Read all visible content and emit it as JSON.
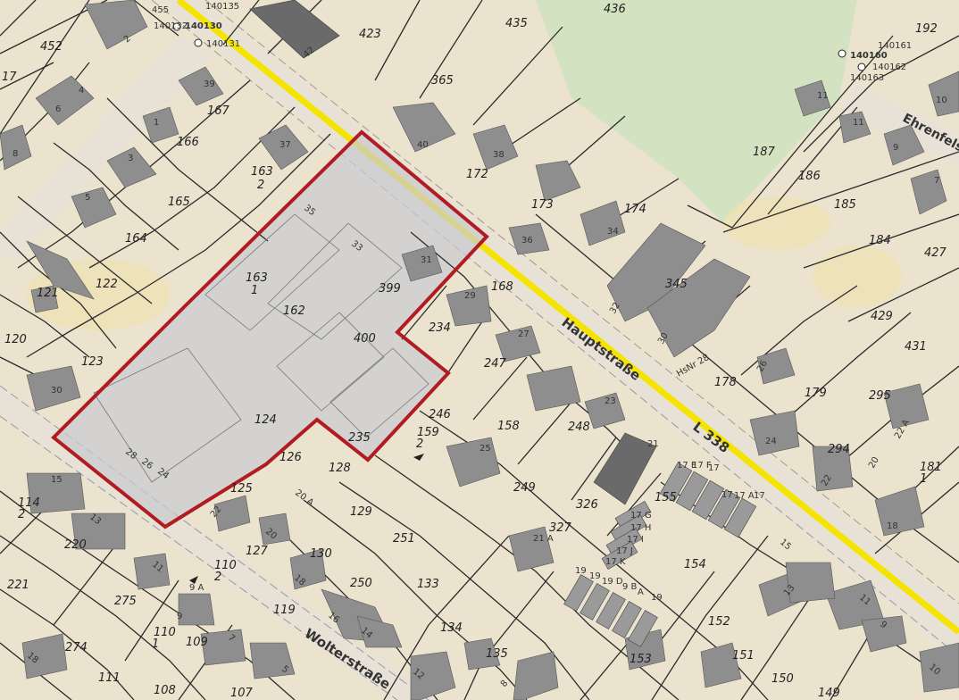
{
  "colors": {
    "paper": "#ece3cf",
    "park": "#d3e3c2",
    "building": "#8e8e8e",
    "building_dark": "#6a6a6a",
    "parcel_line": "#2a2a2a",
    "main_road": "#f4e400",
    "boundary": "#b01c22",
    "highlight_area": "#c9cbd0"
  },
  "streets": {
    "hauptstrasse": "Hauptstraße",
    "l338": "L 338",
    "wolterstrasse": "Wolterstraße",
    "ehrenfels": "Ehrenfelsstr"
  },
  "parcels": [
    {
      "id": "p452",
      "text": "452"
    },
    {
      "id": "p423",
      "text": "423"
    },
    {
      "id": "p435",
      "text": "435"
    },
    {
      "id": "p436",
      "text": "436"
    },
    {
      "id": "p192",
      "text": "192"
    },
    {
      "id": "p167",
      "text": "167"
    },
    {
      "id": "p365",
      "text": "365"
    },
    {
      "id": "p166",
      "text": "166"
    },
    {
      "id": "p163_2a",
      "text": "163"
    },
    {
      "id": "p163_2b",
      "text": "2"
    },
    {
      "id": "p172",
      "text": "172"
    },
    {
      "id": "p187",
      "text": "187"
    },
    {
      "id": "p186",
      "text": "186"
    },
    {
      "id": "p165",
      "text": "165"
    },
    {
      "id": "p173",
      "text": "173"
    },
    {
      "id": "p174",
      "text": "174"
    },
    {
      "id": "p185",
      "text": "185"
    },
    {
      "id": "p164",
      "text": "164"
    },
    {
      "id": "p184",
      "text": "184"
    },
    {
      "id": "p427",
      "text": "427"
    },
    {
      "id": "p122",
      "text": "122"
    },
    {
      "id": "p121",
      "text": "121"
    },
    {
      "id": "p163_1a",
      "text": "163"
    },
    {
      "id": "p163_1b",
      "text": "1"
    },
    {
      "id": "p399",
      "text": "399"
    },
    {
      "id": "p168",
      "text": "168"
    },
    {
      "id": "p345",
      "text": "345"
    },
    {
      "id": "p162",
      "text": "162"
    },
    {
      "id": "p429",
      "text": "429"
    },
    {
      "id": "p120",
      "text": "120"
    },
    {
      "id": "p400",
      "text": "400"
    },
    {
      "id": "p234",
      "text": "234"
    },
    {
      "id": "p431",
      "text": "431"
    },
    {
      "id": "p123",
      "text": "123"
    },
    {
      "id": "p247",
      "text": "247"
    },
    {
      "id": "p178",
      "text": "178"
    },
    {
      "id": "p179",
      "text": "179"
    },
    {
      "id": "p295",
      "text": "295"
    },
    {
      "id": "p124",
      "text": "124"
    },
    {
      "id": "p246",
      "text": "246"
    },
    {
      "id": "p158",
      "text": "158"
    },
    {
      "id": "p248",
      "text": "248"
    },
    {
      "id": "p159_2a",
      "text": "159"
    },
    {
      "id": "p159_2b",
      "text": "2"
    },
    {
      "id": "p235",
      "text": "235"
    },
    {
      "id": "p294",
      "text": "294"
    },
    {
      "id": "p126",
      "text": "126"
    },
    {
      "id": "p128",
      "text": "128"
    },
    {
      "id": "p181_1a",
      "text": "181"
    },
    {
      "id": "p181_1b",
      "text": "1"
    },
    {
      "id": "p125",
      "text": "125"
    },
    {
      "id": "p249",
      "text": "249"
    },
    {
      "id": "p155",
      "text": "155"
    },
    {
      "id": "p114_2a",
      "text": "114"
    },
    {
      "id": "p114_2b",
      "text": "2"
    },
    {
      "id": "p326",
      "text": "326"
    },
    {
      "id": "p129",
      "text": "129"
    },
    {
      "id": "p327",
      "text": "327"
    },
    {
      "id": "p220",
      "text": "220"
    },
    {
      "id": "p251",
      "text": "251"
    },
    {
      "id": "p130",
      "text": "130"
    },
    {
      "id": "p127",
      "text": "127"
    },
    {
      "id": "p154",
      "text": "154"
    },
    {
      "id": "p110_2a",
      "text": "110"
    },
    {
      "id": "p110_2b",
      "text": "2"
    },
    {
      "id": "p221",
      "text": "221"
    },
    {
      "id": "p250",
      "text": "250"
    },
    {
      "id": "p133",
      "text": "133"
    },
    {
      "id": "p275",
      "text": "275"
    },
    {
      "id": "p119",
      "text": "119"
    },
    {
      "id": "p152",
      "text": "152"
    },
    {
      "id": "p110_1a",
      "text": "110"
    },
    {
      "id": "p110_1b",
      "text": "1"
    },
    {
      "id": "p109",
      "text": "109"
    },
    {
      "id": "p134",
      "text": "134"
    },
    {
      "id": "p151",
      "text": "151"
    },
    {
      "id": "p274",
      "text": "274"
    },
    {
      "id": "p135",
      "text": "135"
    },
    {
      "id": "p153",
      "text": "153"
    },
    {
      "id": "p150",
      "text": "150"
    },
    {
      "id": "p111",
      "text": "111"
    },
    {
      "id": "p108",
      "text": "108"
    },
    {
      "id": "p107",
      "text": "107"
    },
    {
      "id": "p149",
      "text": "149"
    },
    {
      "id": "p17",
      "text": "17"
    }
  ],
  "house_numbers": [
    {
      "id": "h2",
      "text": "2"
    },
    {
      "id": "h42",
      "text": "42"
    },
    {
      "id": "h10a",
      "text": "10"
    },
    {
      "id": "h6",
      "text": "6"
    },
    {
      "id": "h4",
      "text": "4"
    },
    {
      "id": "h39",
      "text": "39"
    },
    {
      "id": "h11a",
      "text": "11"
    },
    {
      "id": "h8",
      "text": "8"
    },
    {
      "id": "h1",
      "text": "1"
    },
    {
      "id": "h37",
      "text": "37"
    },
    {
      "id": "h40",
      "text": "40"
    },
    {
      "id": "h38",
      "text": "38"
    },
    {
      "id": "h11b",
      "text": "11"
    },
    {
      "id": "h9a",
      "text": "9"
    },
    {
      "id": "h7",
      "text": "7"
    },
    {
      "id": "h3",
      "text": "3"
    },
    {
      "id": "h5",
      "text": "5"
    },
    {
      "id": "h35",
      "text": "35"
    },
    {
      "id": "h33",
      "text": "33"
    },
    {
      "id": "h36",
      "text": "36"
    },
    {
      "id": "h34",
      "text": "34"
    },
    {
      "id": "h31",
      "text": "31"
    },
    {
      "id": "h29",
      "text": "29"
    },
    {
      "id": "h32",
      "text": "32"
    },
    {
      "id": "h30a",
      "text": "30"
    },
    {
      "id": "h27",
      "text": "27"
    },
    {
      "id": "h26a",
      "text": "26"
    },
    {
      "id": "h30b",
      "text": "30"
    },
    {
      "id": "h23",
      "text": "23"
    },
    {
      "id": "h28",
      "text": "28"
    },
    {
      "id": "h26b",
      "text": "26"
    },
    {
      "id": "h24a",
      "text": "24"
    },
    {
      "id": "h25",
      "text": "25"
    },
    {
      "id": "h21",
      "text": "21"
    },
    {
      "id": "h24b",
      "text": "24"
    },
    {
      "id": "h22a",
      "text": "22 A"
    },
    {
      "id": "h20",
      "text": "20"
    },
    {
      "id": "h22b",
      "text": "22"
    },
    {
      "id": "h18a",
      "text": "18"
    },
    {
      "id": "h15a",
      "text": "15"
    },
    {
      "id": "h13a",
      "text": "13"
    },
    {
      "id": "h20a",
      "text": "20 A"
    },
    {
      "id": "h22c",
      "text": "22"
    },
    {
      "id": "h17g",
      "text": "17 G"
    },
    {
      "id": "h17h",
      "text": "17 H"
    },
    {
      "id": "h17i",
      "text": "17 I"
    },
    {
      "id": "h17j",
      "text": "17 J"
    },
    {
      "id": "h17k",
      "text": "17 K"
    },
    {
      "id": "h17e",
      "text": "17 E"
    },
    {
      "id": "h17f",
      "text": "17 F"
    },
    {
      "id": "h17c",
      "text": "17"
    },
    {
      "id": "h17d",
      "text": "17"
    },
    {
      "id": "h17a",
      "text": "17 A"
    },
    {
      "id": "h17b",
      "text": "17"
    },
    {
      "id": "h21a",
      "text": "21 A"
    },
    {
      "id": "h15b",
      "text": "15"
    },
    {
      "id": "h11c",
      "text": "11"
    },
    {
      "id": "h20b",
      "text": "20"
    },
    {
      "id": "h18b",
      "text": "18"
    },
    {
      "id": "h13b",
      "text": "13"
    },
    {
      "id": "h11d",
      "text": "11"
    },
    {
      "id": "h9b",
      "text": "9"
    },
    {
      "id": "h19",
      "text": "19"
    },
    {
      "id": "h19a",
      "text": "19"
    },
    {
      "id": "h19d",
      "text": "19 D"
    },
    {
      "id": "h19b",
      "text": "9 B"
    },
    {
      "id": "h19c",
      "text": "A"
    },
    {
      "id": "h19e",
      "text": "19"
    },
    {
      "id": "h9ax",
      "text": "9 A"
    },
    {
      "id": "h16",
      "text": "16"
    },
    {
      "id": "h14",
      "text": "14"
    },
    {
      "id": "h9c",
      "text": "9"
    },
    {
      "id": "h18c",
      "text": "18"
    },
    {
      "id": "h12",
      "text": "12"
    },
    {
      "id": "h10b",
      "text": "10"
    },
    {
      "id": "h8b",
      "text": "8"
    },
    {
      "id": "h7b",
      "text": "7"
    },
    {
      "id": "h5b",
      "text": "5"
    }
  ],
  "survey_points": [
    {
      "id": "sp455",
      "text": "455"
    },
    {
      "id": "sp140135",
      "text": "140135"
    },
    {
      "id": "sp140132",
      "text": "140132"
    },
    {
      "id": "sp140130",
      "text": "140130"
    },
    {
      "id": "sp140131",
      "text": "140131"
    },
    {
      "id": "sp140160",
      "text": "140160"
    },
    {
      "id": "sp140161",
      "text": "140161"
    },
    {
      "id": "sp140162",
      "text": "140162"
    },
    {
      "id": "sp140163",
      "text": "140163"
    }
  ],
  "road_notes": {
    "hsnr": "HsNr 28"
  }
}
